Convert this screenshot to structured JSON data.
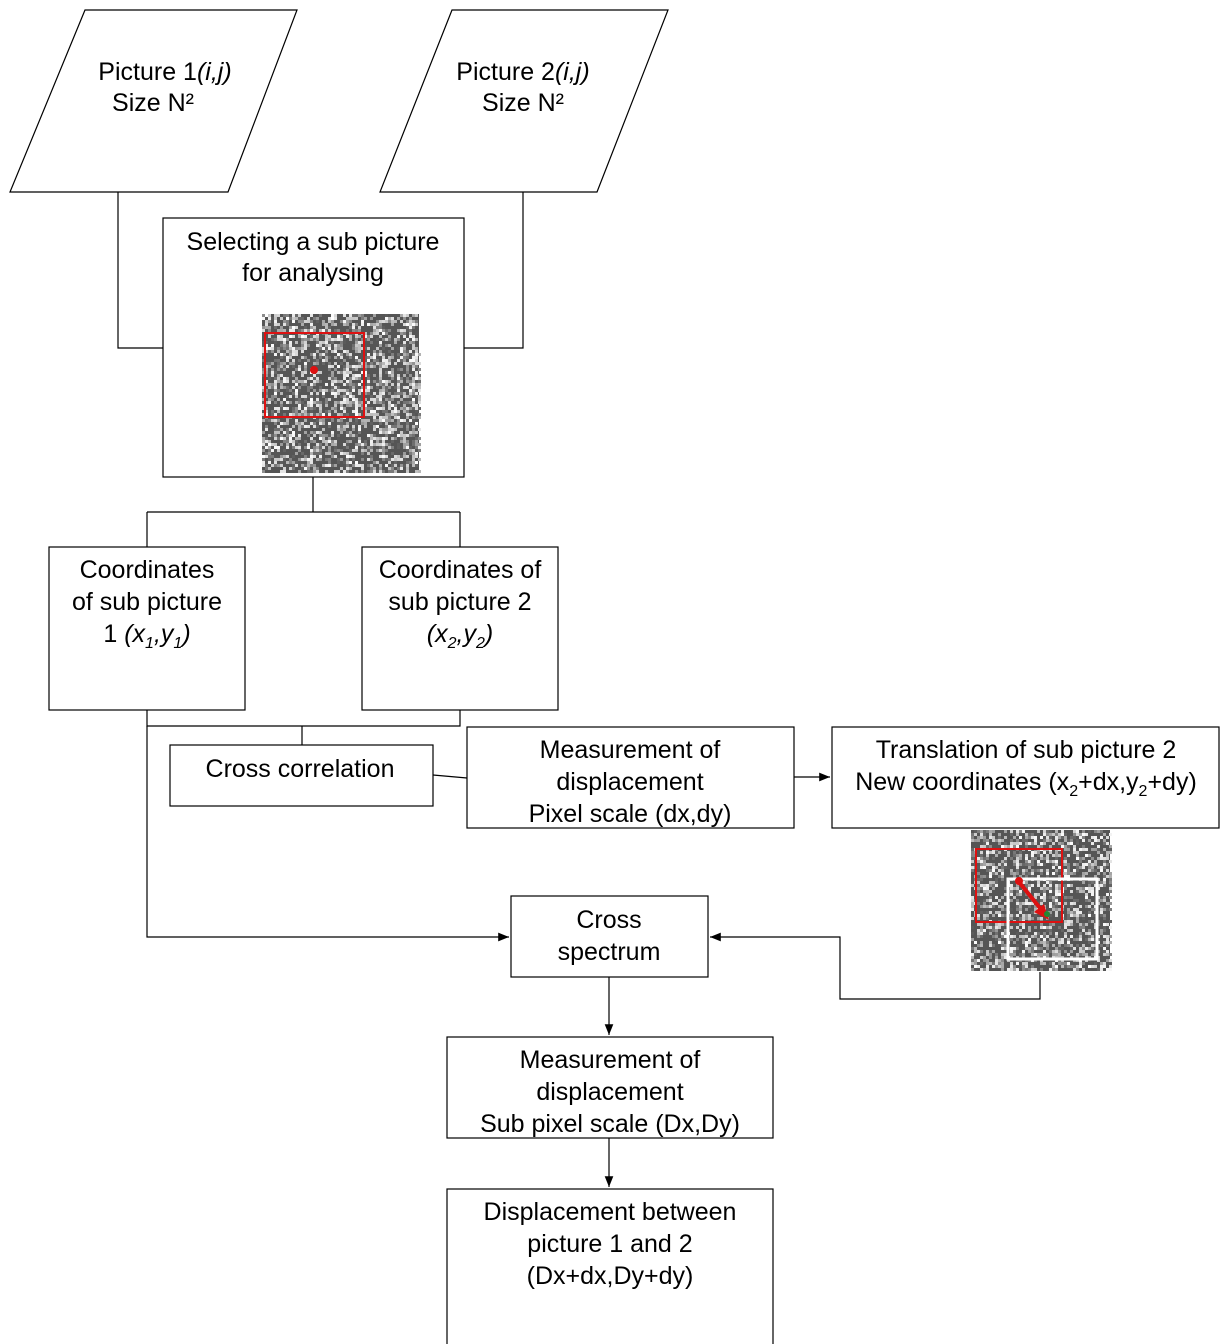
{
  "input_picture_1": {
    "name": "Picture 1",
    "index": "(i,j)",
    "size": "Size N²"
  },
  "input_picture_2": {
    "name": "Picture 2",
    "index": "(i,j)",
    "size": "Size N²"
  },
  "select_subpicture": {
    "line1": "Selecting a sub picture",
    "line2": "for analysing"
  },
  "coords_sub1": {
    "line1": "Coordinates",
    "line2": "of sub picture",
    "line3_prefix": "1 ",
    "open": "(",
    "x": "x",
    "x_sub": "1",
    "comma": ",",
    "y": "y",
    "y_sub": "1",
    "close": ")"
  },
  "coords_sub2": {
    "line1": "Coordinates of",
    "line2": "sub picture 2",
    "open": "(",
    "x": "x",
    "x_sub": "2",
    "comma": ",",
    "y": "y",
    "y_sub": "2",
    "close": ")"
  },
  "cross_correlation": {
    "label": "Cross correlation"
  },
  "measurement_pixel": {
    "line1": "Measurement of",
    "line2": "displacement",
    "line3": "Pixel scale (dx,dy)"
  },
  "translation": {
    "line1": "Translation of sub picture 2",
    "l2_a": "New coordinates (x",
    "l2_sub1": "2",
    "l2_b": "+dx,y",
    "l2_sub2": "2",
    "l2_c": "+dy)"
  },
  "cross_spectrum": {
    "line1": "Cross",
    "line2": "spectrum"
  },
  "measurement_subpixel": {
    "line1": "Measurement of",
    "line2": "displacement",
    "line3": "Sub pixel scale (Dx,Dy)"
  },
  "result": {
    "line1": "Displacement between",
    "line2": "picture 1 and 2",
    "line3": "(Dx+dx,Dy+dy)"
  },
  "colors": {
    "stroke": "#000000",
    "fill": "#ffffff",
    "marker_red": "#dd1111",
    "window_white": "#ffffff",
    "speckle_base": "#555555"
  }
}
